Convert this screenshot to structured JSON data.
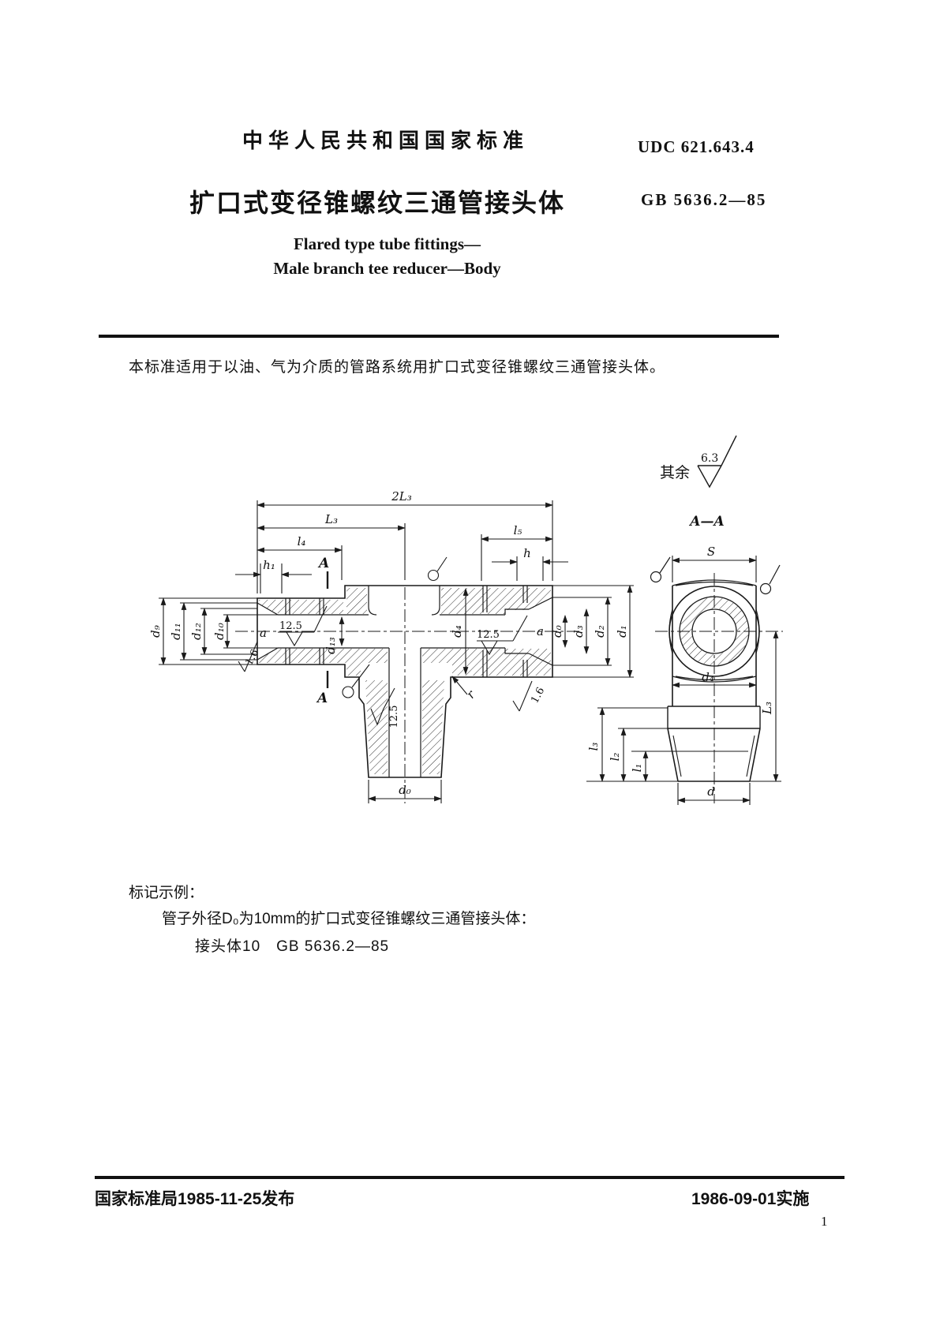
{
  "header": {
    "standard_org": "中华人民共和国国家标准",
    "udc": "UDC 621.643.4",
    "title_cn": "扩口式变径锥螺纹三通管接头体",
    "std_no": "GB 5636.2—85",
    "title_en_line1": "Flared type tube fittings—",
    "title_en_line2": "Male branch tee reducer—Body"
  },
  "scope": "本标准适用于以油、气为介质的管路系统用扩口式变径锥螺纹三通管接头体。",
  "drawing": {
    "surface_note": "其余",
    "surface_value": "6.3",
    "section_title": "A—A",
    "labels": {
      "twoL3": "2L₃",
      "L3": "L₃",
      "l4": "l₄",
      "l5": "l₅",
      "h1": "h₁",
      "h": "h",
      "d9": "d₉",
      "d11": "d₁₁",
      "d12": "d₁₂",
      "d10": "d₁₀",
      "d13": "d₁₃",
      "d4_front": "d₄",
      "a_left": "a",
      "a_right": "a",
      "rough125_left": "12.5",
      "rough125_right": "12.5",
      "rough125_branch": "12.5",
      "rough16_branch": "1.6",
      "rough16_left": "1.6",
      "r": "r",
      "d0_right": "d₀",
      "d3": "d₃",
      "d2": "d₂",
      "d1": "d₁",
      "A_top": "A",
      "A_bottom": "A",
      "d0_bottom": "d₀",
      "S": "S",
      "d4_section": "d₄",
      "L3_side": "L₃",
      "l3": "l₃",
      "l2": "l₂",
      "l1": "l₁",
      "d": "d"
    }
  },
  "example": {
    "heading": "标记示例：",
    "line1": "管子外径D₀为10mm的扩口式变径锥螺纹三通管接头体：",
    "line2": "接头体10　GB 5636.2—85"
  },
  "footer": {
    "issued": "国家标准局1985-11-25发布",
    "implemented": "1986-09-01实施",
    "page": "1"
  }
}
